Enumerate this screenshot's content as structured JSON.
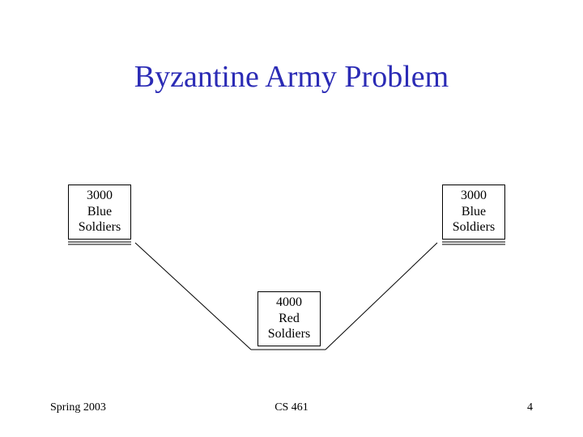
{
  "slide": {
    "title": "Byzantine Army Problem",
    "title_color": "#2b2bb5"
  },
  "armies": {
    "left": {
      "count": "3000",
      "color": "Blue",
      "unit": "Soldiers"
    },
    "right": {
      "count": "3000",
      "color": "Blue",
      "unit": "Soldiers"
    },
    "center": {
      "count": "4000",
      "color": "Red",
      "unit": "Soldiers"
    }
  },
  "footer": {
    "date": "Spring 2003",
    "course": "CS 461",
    "page": "4"
  }
}
